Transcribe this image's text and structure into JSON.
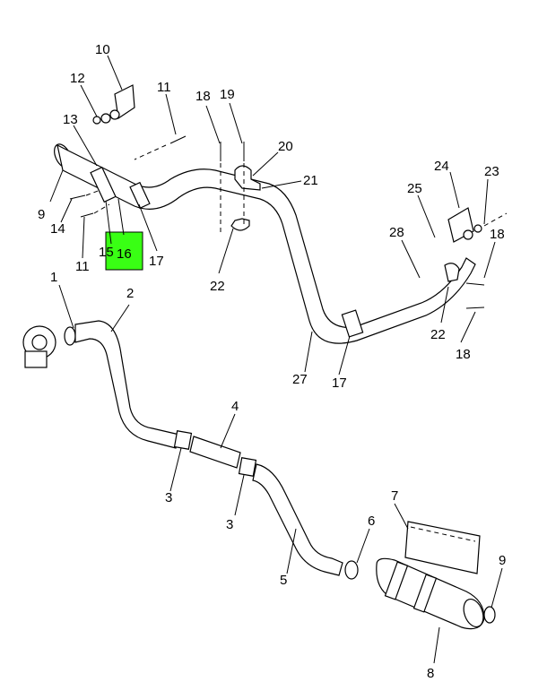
{
  "diagram": {
    "callouts": {
      "c1": "1",
      "c2": "2",
      "c3a": "3",
      "c3b": "3",
      "c4": "4",
      "c5": "5",
      "c6": "6",
      "c7": "7",
      "c8": "8",
      "c9a": "9",
      "c9b": "9",
      "c10": "10",
      "c11a": "11",
      "c11b": "11",
      "c12": "12",
      "c13": "13",
      "c14": "14",
      "c15": "15",
      "c16": "16",
      "c17a": "17",
      "c17b": "17",
      "c18a": "18",
      "c18b": "18",
      "c18c": "18",
      "c19": "19",
      "c20": "20",
      "c21": "21",
      "c22a": "22",
      "c22b": "22",
      "c23": "23",
      "c24": "24",
      "c25": "25",
      "c27": "27",
      "c28": "28"
    },
    "highlight_color": "#39ff14",
    "highlighted_part": "16"
  }
}
